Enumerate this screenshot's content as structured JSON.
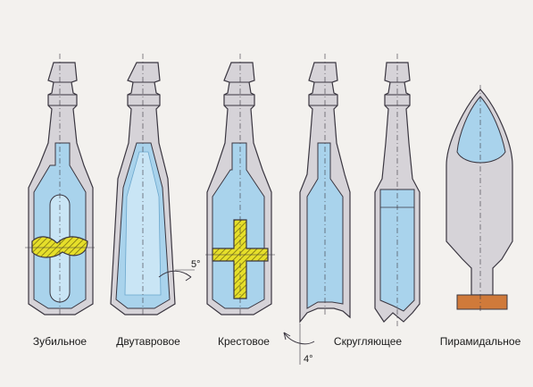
{
  "colors": {
    "background": "#f3f1ee",
    "metal": "#d6d3d8",
    "metal_dark": "#9c99a3",
    "outline": "#3a3640",
    "blade": "#a9d3ec",
    "blade_dark": "#6aa6cc",
    "section": "#e6df2a",
    "hatch": "#7a7010",
    "base": "#d07a3a"
  },
  "tools": [
    {
      "label": "Зубильное",
      "icon": "chisel-bit-icon"
    },
    {
      "label": "Двутавровое",
      "icon": "i-beam-bit-icon"
    },
    {
      "label": "Крестовое",
      "icon": "cross-bit-icon"
    },
    {
      "label": "Скругляющее",
      "icon": "rounding-bit-icon"
    },
    {
      "label": "Пирамидальное",
      "icon": "pyramid-bit-icon"
    }
  ],
  "annotations": {
    "angle_1": "5°",
    "angle_2": "4°"
  }
}
